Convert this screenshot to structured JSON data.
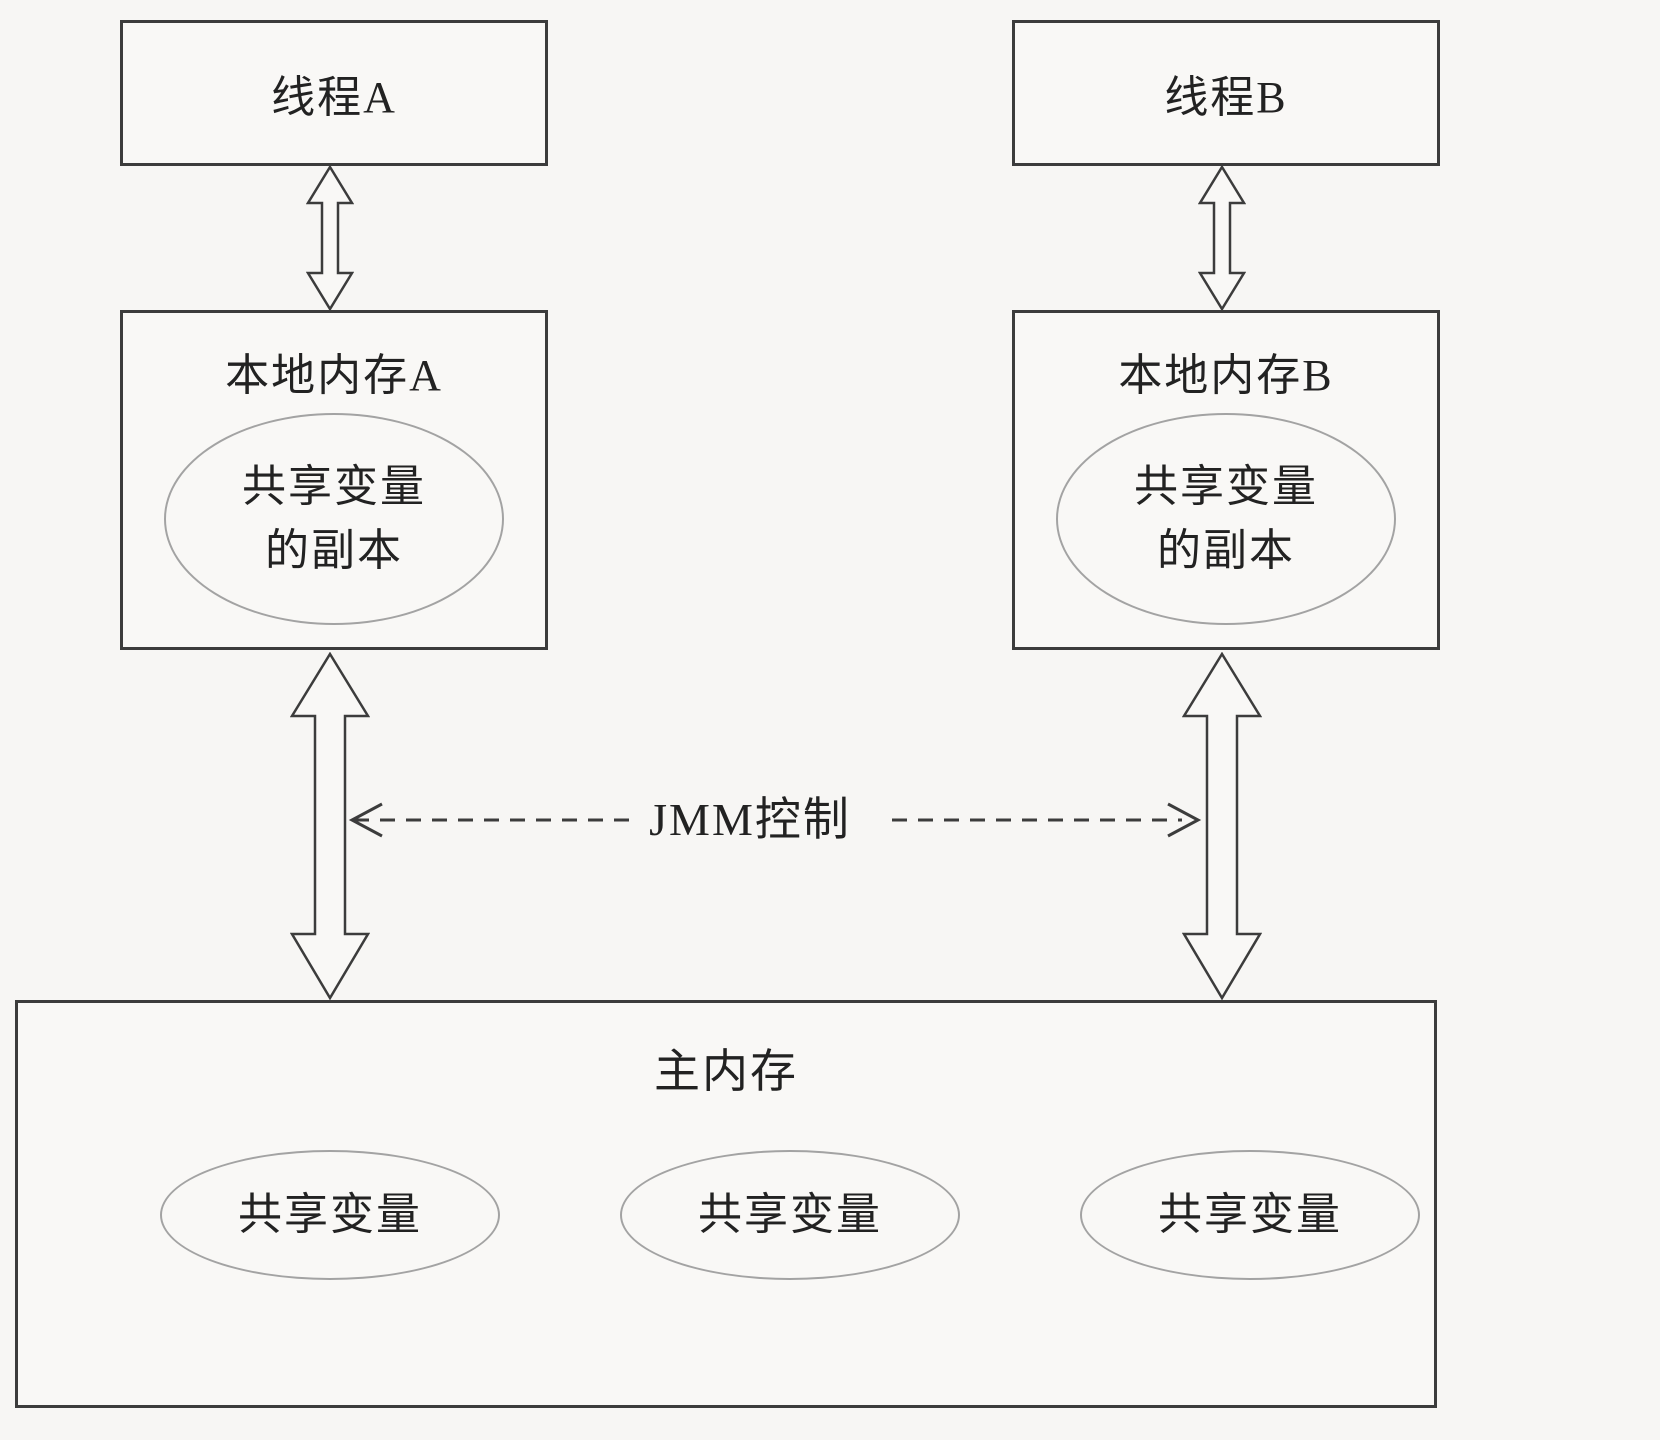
{
  "diagram": {
    "title_meaning": "JMM (Java Memory Model) thread / local memory / main memory diagram",
    "thread_a": {
      "label": "线程A"
    },
    "thread_b": {
      "label": "线程B"
    },
    "local_memory_a": {
      "title": "本地内存A",
      "ellipse_line1": "共享变量",
      "ellipse_line2": "的副本"
    },
    "local_memory_b": {
      "title": "本地内存B",
      "ellipse_line1": "共享变量",
      "ellipse_line2": "的副本"
    },
    "jmm_control": {
      "label": "JMM控制"
    },
    "main_memory": {
      "title": "主内存",
      "shared_vars": [
        "共享变量",
        "共享变量",
        "共享变量"
      ]
    },
    "colors": {
      "line": "#3c3c3c",
      "ellipse_line": "#a3a3a3",
      "background": "#f7f6f4",
      "text": "#222222"
    }
  }
}
